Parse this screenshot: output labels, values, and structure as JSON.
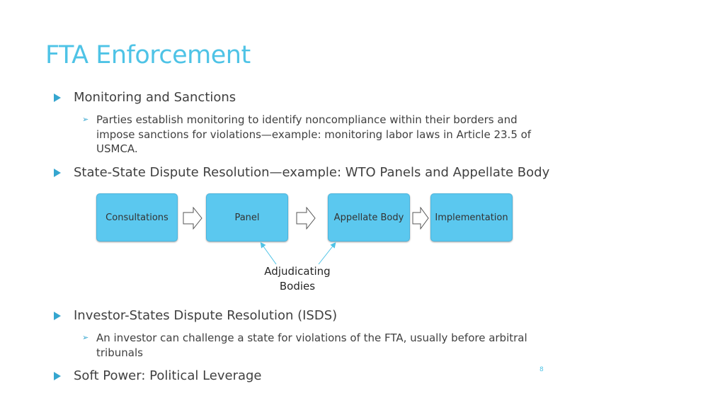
{
  "slide": {
    "title": "FTA Enforcement",
    "page_number": "8"
  },
  "bullets": {
    "monitoring": {
      "label": "Monitoring and Sanctions",
      "sub": "Parties establish monitoring to identify noncompliance within their borders and impose sanctions for violations—example: monitoring labor laws in Article 23.5 of USMCA."
    },
    "state_state": {
      "label": "State-State Dispute Resolution—example: WTO Panels and Appellate Body"
    },
    "isds": {
      "label": "Investor-States Dispute Resolution (ISDS)",
      "sub": "An investor can challenge a state for violations of the FTA, usually before arbitral tribunals"
    },
    "soft_power": {
      "label": "Soft Power: Political Leverage"
    }
  },
  "diagram": {
    "steps": [
      "Consultations",
      "Panel",
      "Appellate Body",
      "Implementation"
    ],
    "annotation_line1": "Adjudicating",
    "annotation_line2": "Bodies"
  },
  "colors": {
    "title": "#4ec3e6",
    "bullet_marker": "#35a6cf",
    "box_fill": "#5bc8ef",
    "text": "#404040"
  },
  "icons": {
    "bullet": "triangle-right-icon",
    "sub_bullet": "chevron-right-icon",
    "connector": "arrow-right-icon"
  }
}
